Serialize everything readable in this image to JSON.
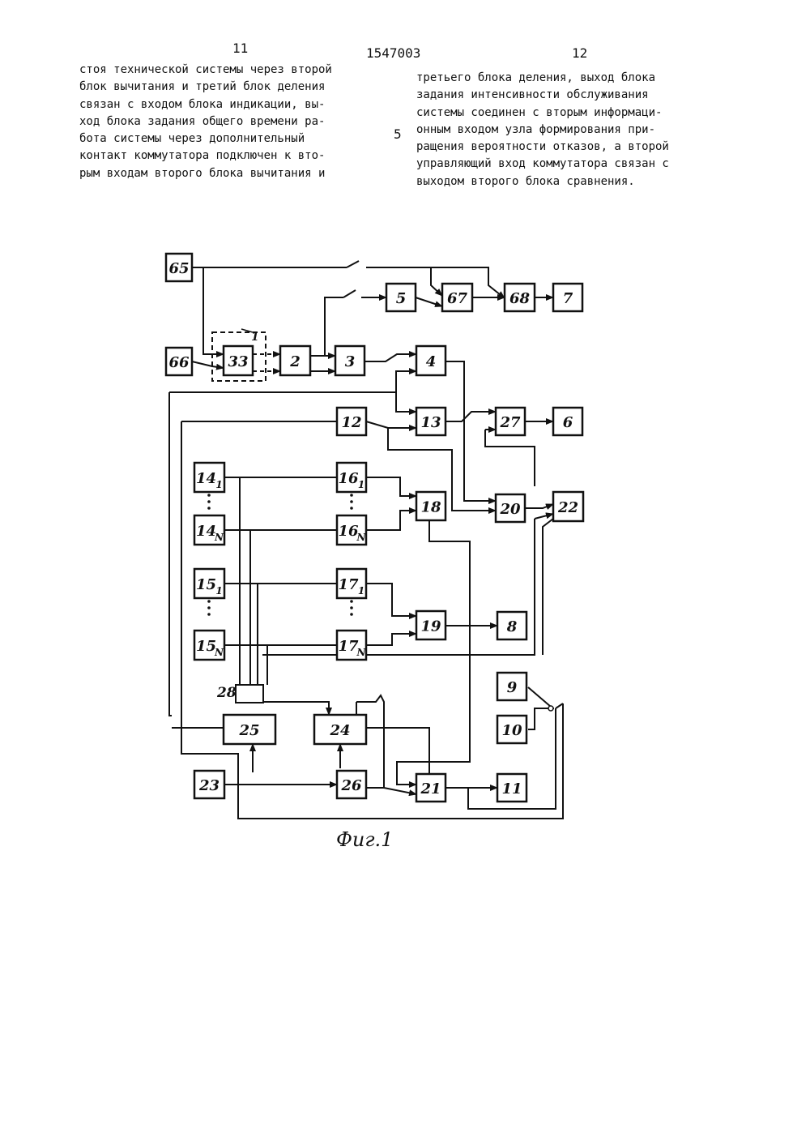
{
  "header": {
    "page_left": "11",
    "patent_number": "1547003",
    "page_right": "12"
  },
  "line_marker": "5",
  "left_column": [
    "стоя технической системы через второй",
    "блок вычитания и третий блок деления",
    "связан с входом блока индикации, вы-",
    "ход блока задания общего времени ра-",
    "бота  системы через дополнительный",
    "контакт коммутатора подключен к вто-",
    "рым входам второго блока вычитания и"
  ],
  "right_column": [
    "третьего блока деления, выход блока",
    "задания интенсивности обслуживания",
    "системы соединен с вторым информаци-",
    "онным входом узла формирования при-",
    "ращения вероятности отказов, а второй",
    "управляющий вход коммутатора связан с",
    "выходом второго блока сравнения."
  ],
  "diagram": {
    "blocks": [
      {
        "id": "b65",
        "label": "65",
        "sub": ""
      },
      {
        "id": "b66",
        "label": "66",
        "sub": ""
      },
      {
        "id": "b33",
        "label": "33",
        "sub": ""
      },
      {
        "id": "b2",
        "label": "2",
        "sub": ""
      },
      {
        "id": "b3",
        "label": "3",
        "sub": ""
      },
      {
        "id": "b5",
        "label": "5",
        "sub": ""
      },
      {
        "id": "b67",
        "label": "67",
        "sub": ""
      },
      {
        "id": "b68",
        "label": "68",
        "sub": ""
      },
      {
        "id": "b7",
        "label": "7",
        "sub": ""
      },
      {
        "id": "b4",
        "label": "4",
        "sub": ""
      },
      {
        "id": "b12",
        "label": "12",
        "sub": ""
      },
      {
        "id": "b13",
        "label": "13",
        "sub": ""
      },
      {
        "id": "b27",
        "label": "27",
        "sub": ""
      },
      {
        "id": "b6",
        "label": "6",
        "sub": ""
      },
      {
        "id": "b14_1",
        "label": "14",
        "sub": "1"
      },
      {
        "id": "b14_N",
        "label": "14",
        "sub": "N"
      },
      {
        "id": "b16_1",
        "label": "16",
        "sub": "1"
      },
      {
        "id": "b16_N",
        "label": "16",
        "sub": "N"
      },
      {
        "id": "b18",
        "label": "18",
        "sub": ""
      },
      {
        "id": "b20",
        "label": "20",
        "sub": ""
      },
      {
        "id": "b22",
        "label": "22",
        "sub": ""
      },
      {
        "id": "b15_1",
        "label": "15",
        "sub": "1"
      },
      {
        "id": "b15_N",
        "label": "15",
        "sub": "N"
      },
      {
        "id": "b17_1",
        "label": "17",
        "sub": "1"
      },
      {
        "id": "b17_N",
        "label": "17",
        "sub": "N"
      },
      {
        "id": "b19",
        "label": "19",
        "sub": ""
      },
      {
        "id": "b8",
        "label": "8",
        "sub": ""
      },
      {
        "id": "b9",
        "label": "9",
        "sub": ""
      },
      {
        "id": "b10",
        "label": "10",
        "sub": ""
      },
      {
        "id": "b25",
        "label": "25",
        "sub": ""
      },
      {
        "id": "b24",
        "label": "24",
        "sub": ""
      },
      {
        "id": "b23",
        "label": "23",
        "sub": ""
      },
      {
        "id": "b26",
        "label": "26",
        "sub": ""
      },
      {
        "id": "b21",
        "label": "21",
        "sub": ""
      },
      {
        "id": "b11",
        "label": "11",
        "sub": ""
      }
    ],
    "labels": [
      {
        "id": "lbl1",
        "text": "1"
      },
      {
        "id": "lbl28",
        "text": "28"
      }
    ],
    "caption": "Фиг.1"
  }
}
